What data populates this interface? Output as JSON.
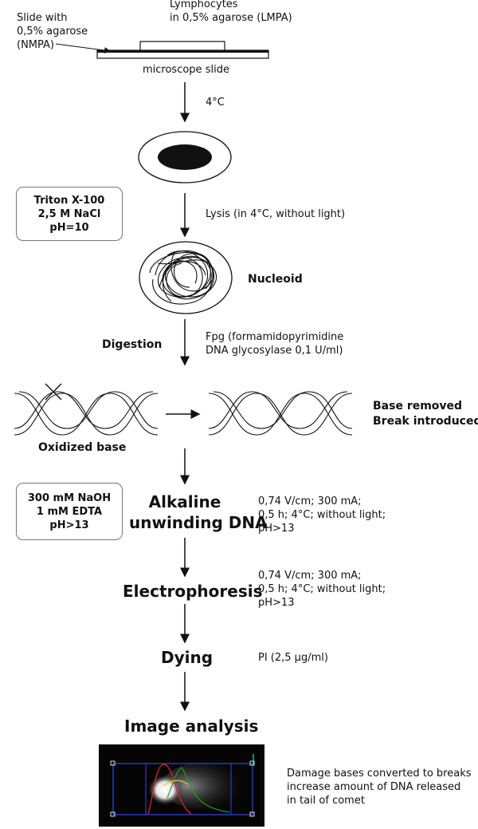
{
  "slide": {
    "left_label": "Slide with\n0,5% agarose\n(NMPA)",
    "top_label": "Lymphocytes\nin 0,5% agarose (LMPA)",
    "bottom_label": "microscope slide"
  },
  "steps": {
    "temp": "4°C",
    "lysis_note": "Lysis (in 4°C, without light)",
    "lysis_box": "Triton X-100\n2,5 M NaCl\npH=10",
    "nucleoid": "Nucleoid",
    "digestion": "Digestion",
    "fpg": "Fpg (formamidopyrimidine\nDNA glycosylase 0,1 U/ml)",
    "oxidized": "Oxidized base",
    "base_removed": "Base removed\nBreak introduced",
    "alk_box": "300 mM NaOH\n1 mM EDTA\npH>13",
    "alkaline": "Alkaline\nunwinding DNA",
    "alk_cond": "0,74 V/cm; 300 mA;\n0,5 h; 4°C; without light;\npH>13",
    "electro": "Electrophoresis",
    "electro_cond": "0,74 V/cm; 300 mA;\n0,5 h; 4°C; without light;\npH>13",
    "dying": "Dying",
    "pi": "PI (2,5 µg/ml)",
    "image_analysis": "Image analysis",
    "comet_note": "Damage bases converted to breaks\nincrease amount of DNA released\nin tail of comet"
  }
}
